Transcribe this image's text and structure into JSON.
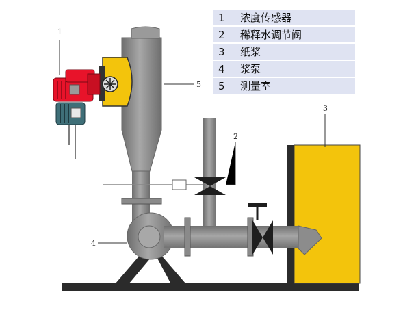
{
  "legend": [
    {
      "num": "1",
      "text": "浓度传感器"
    },
    {
      "num": "2",
      "text": "稀释水调节阀"
    },
    {
      "num": "3",
      "text": "纸浆"
    },
    {
      "num": "4",
      "text": "浆泵"
    },
    {
      "num": "5",
      "text": "测量室"
    }
  ],
  "callouts": {
    "c1": "1",
    "c2": "2",
    "c3": "3",
    "c4": "4",
    "c5": "5"
  },
  "colors": {
    "pipe": "#8c8c8c",
    "pulp": "#f3c40c",
    "sensor": "#e8132a",
    "motor": "#3f6f78",
    "base": "#2b2b2b"
  }
}
